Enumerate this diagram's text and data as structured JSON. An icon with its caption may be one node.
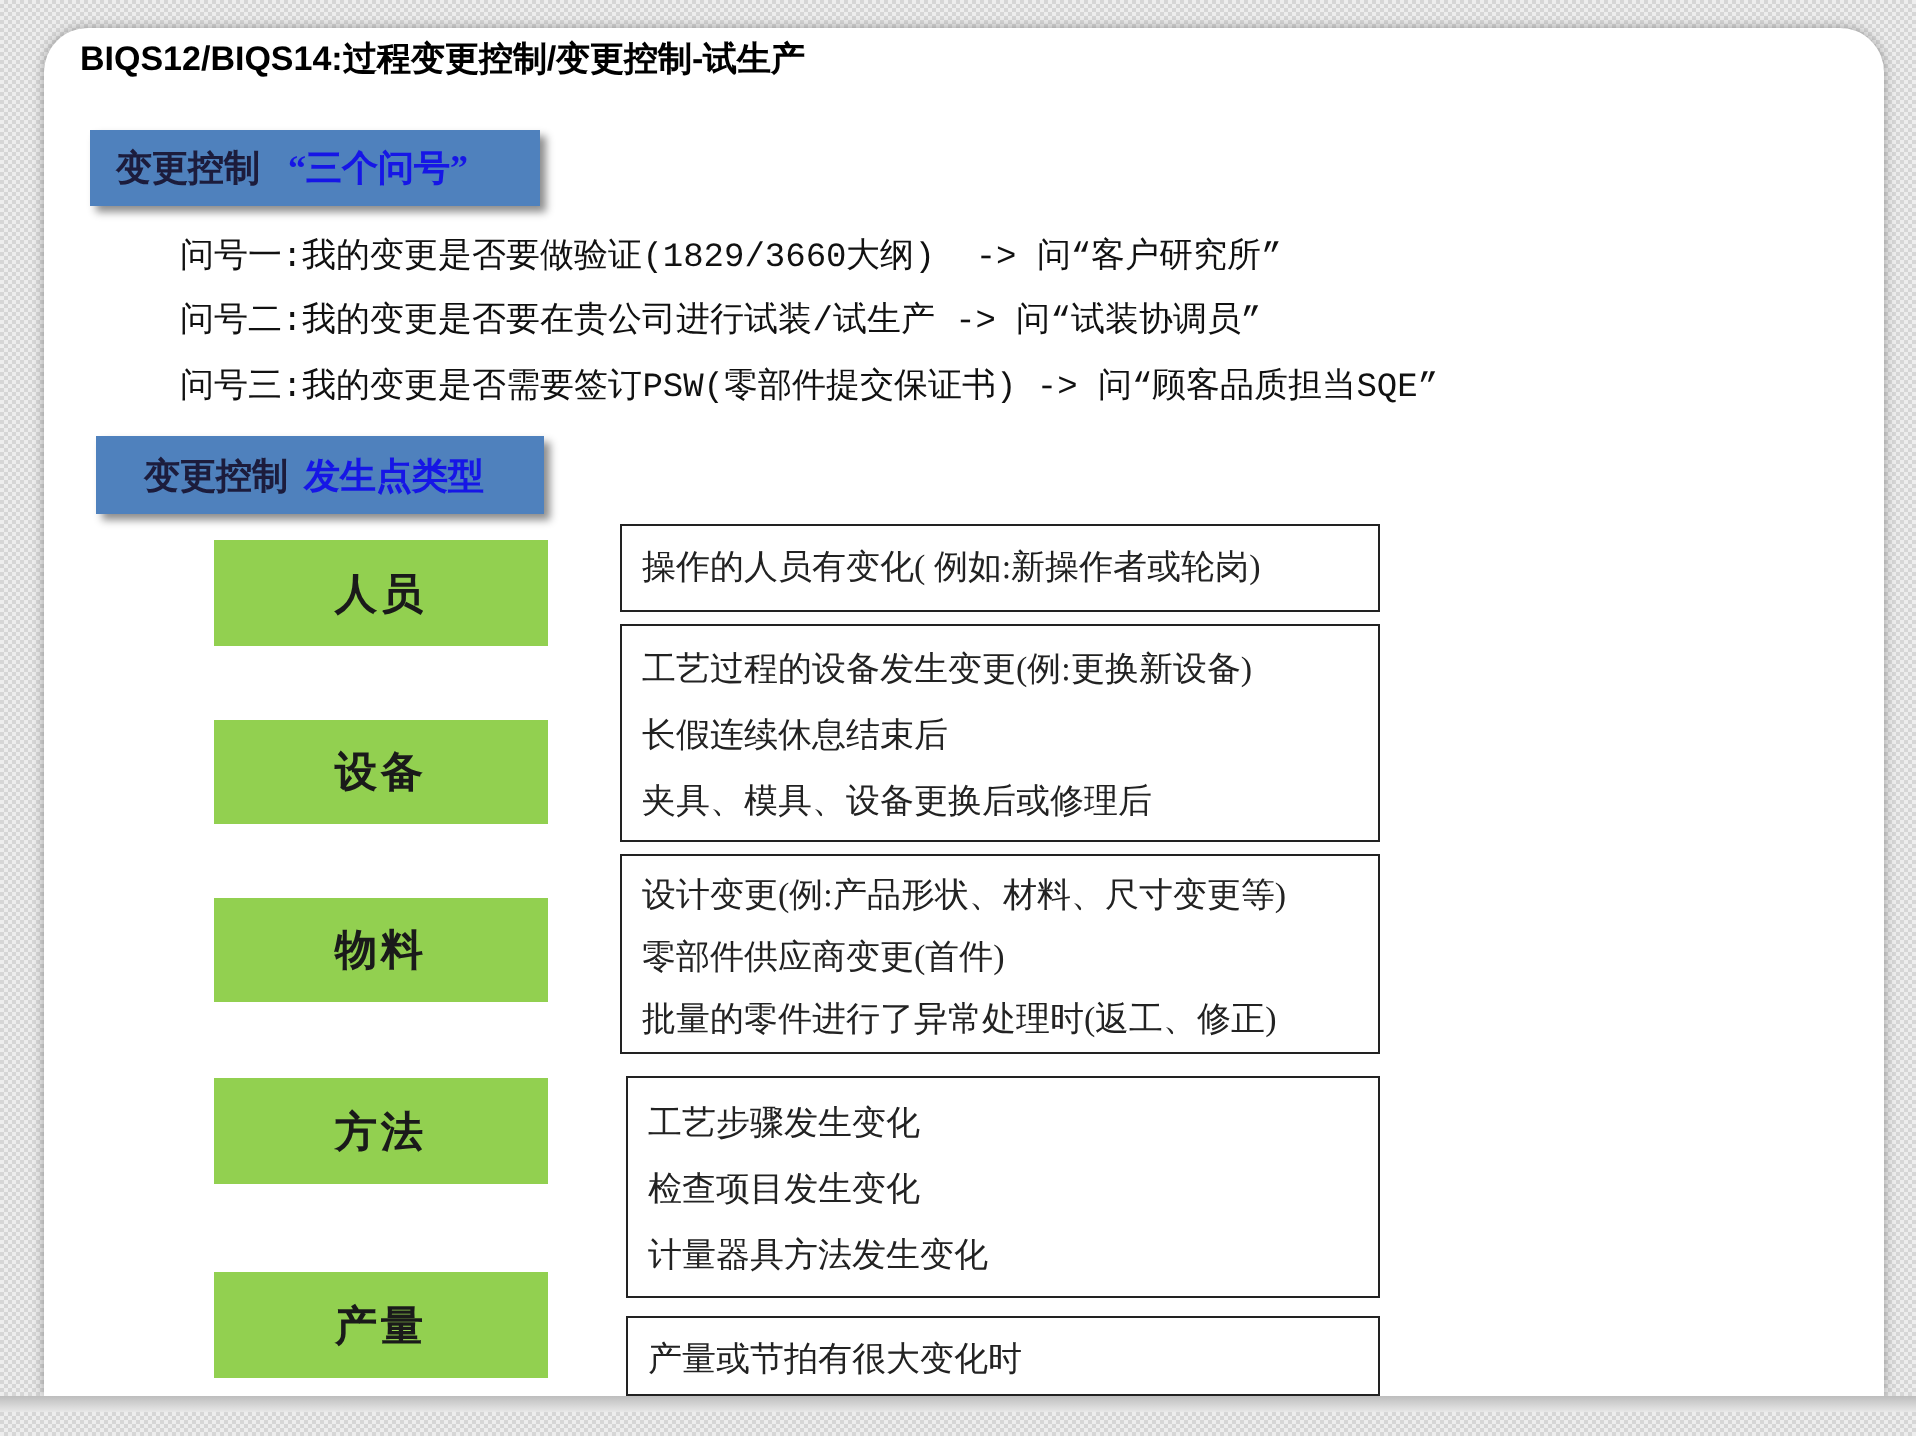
{
  "diagram": {
    "title": "BIQS12/BIQS14:过程变更控制/变更控制-试生产",
    "nodes": [
      {
        "text": [
          "变更控制",
          "“三个问号”"
        ]
      },
      {
        "text": [
          "变更控制",
          "发生点类型"
        ]
      },
      {
        "text": [
          "人员"
        ]
      },
      {
        "text": [
          "操作的人员有变化( 例如:新操作者或轮岗)"
        ]
      },
      {
        "text": [
          "设备"
        ]
      },
      {
        "text": [
          "工艺过程的设备发生变更(例:更换新设备)",
          "长假连续休息结束后",
          "夹具、模具、设备更换后或修理后"
        ]
      },
      {
        "text": [
          "物料"
        ]
      },
      {
        "text": [
          "设计变更(例:产品形状、材料、尺寸变更等)",
          "零部件供应商变更(首件)",
          "批量的零件进行了异常处理时(返工、修正)"
        ]
      },
      {
        "text": [
          "方法"
        ]
      },
      {
        "text": [
          "工艺步骤发生变化",
          "检查项目发生变化",
          "计量器具方法发生变化"
        ]
      },
      {
        "text": [
          "产量"
        ]
      },
      {
        "text": [
          "产量或节拍有很大变化时"
        ]
      }
    ],
    "labels": [
      "问号一:我的变更是否要做验证(1829/3660大纲)  -> 问“客户研究所”",
      "问号二:我的变更是否要在贵公司进行试装/试生产 -> 问“试装协调员”",
      "问号三:我的变更是否需要签订PSW(零部件提交保证书) -> 问“顾客品质担当SQE”"
    ]
  }
}
